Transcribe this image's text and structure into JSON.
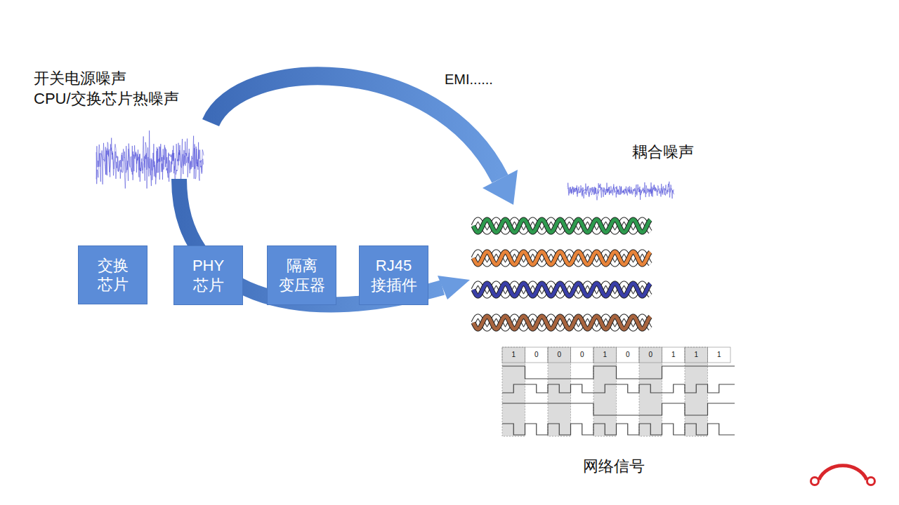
{
  "diagram": {
    "nodes": [
      {
        "text": [
          "交换 芯片"
        ]
      },
      {
        "text": [
          "PHY 芯片"
        ]
      },
      {
        "text": [
          "隔离 变压器"
        ]
      },
      {
        "text": [
          "RJ45 接插件"
        ]
      }
    ],
    "labels": [
      "开关电源噪声",
      "CPU/交换芯片热噪声",
      "EMI......",
      "耦合噪声",
      "1",
      "0",
      "0",
      "0",
      "1",
      "0",
      "0",
      "1",
      "1",
      "1",
      "网络信号"
    ]
  }
}
